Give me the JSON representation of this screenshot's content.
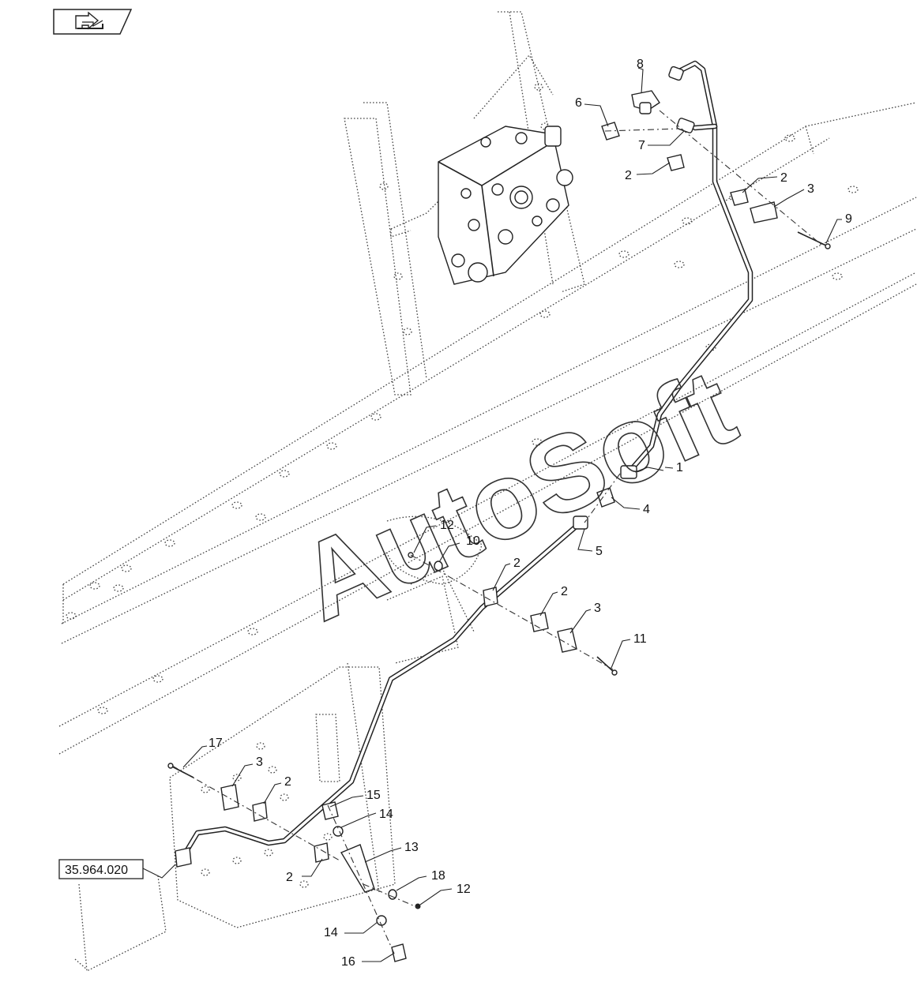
{
  "watermark": "AutoSoft",
  "reference": "35.964.020",
  "nav_icon": "navigation-arrow-icon",
  "callouts": [
    {
      "id": "c1",
      "label": "1"
    },
    {
      "id": "c2a",
      "label": "2"
    },
    {
      "id": "c2b",
      "label": "2"
    },
    {
      "id": "c2c",
      "label": "2"
    },
    {
      "id": "c2d",
      "label": "2"
    },
    {
      "id": "c2e",
      "label": "2"
    },
    {
      "id": "c2f",
      "label": "2"
    },
    {
      "id": "c3a",
      "label": "3"
    },
    {
      "id": "c3b",
      "label": "3"
    },
    {
      "id": "c3c",
      "label": "3"
    },
    {
      "id": "c4",
      "label": "4"
    },
    {
      "id": "c5",
      "label": "5"
    },
    {
      "id": "c6",
      "label": "6"
    },
    {
      "id": "c7",
      "label": "7"
    },
    {
      "id": "c8",
      "label": "8"
    },
    {
      "id": "c9",
      "label": "9"
    },
    {
      "id": "c10",
      "label": "10"
    },
    {
      "id": "c11",
      "label": "11"
    },
    {
      "id": "c12a",
      "label": "12"
    },
    {
      "id": "c12b",
      "label": "12"
    },
    {
      "id": "c13",
      "label": "13"
    },
    {
      "id": "c14a",
      "label": "14"
    },
    {
      "id": "c14b",
      "label": "14"
    },
    {
      "id": "c15",
      "label": "15"
    },
    {
      "id": "c16",
      "label": "16"
    },
    {
      "id": "c17",
      "label": "17"
    },
    {
      "id": "c18",
      "label": "18"
    }
  ]
}
